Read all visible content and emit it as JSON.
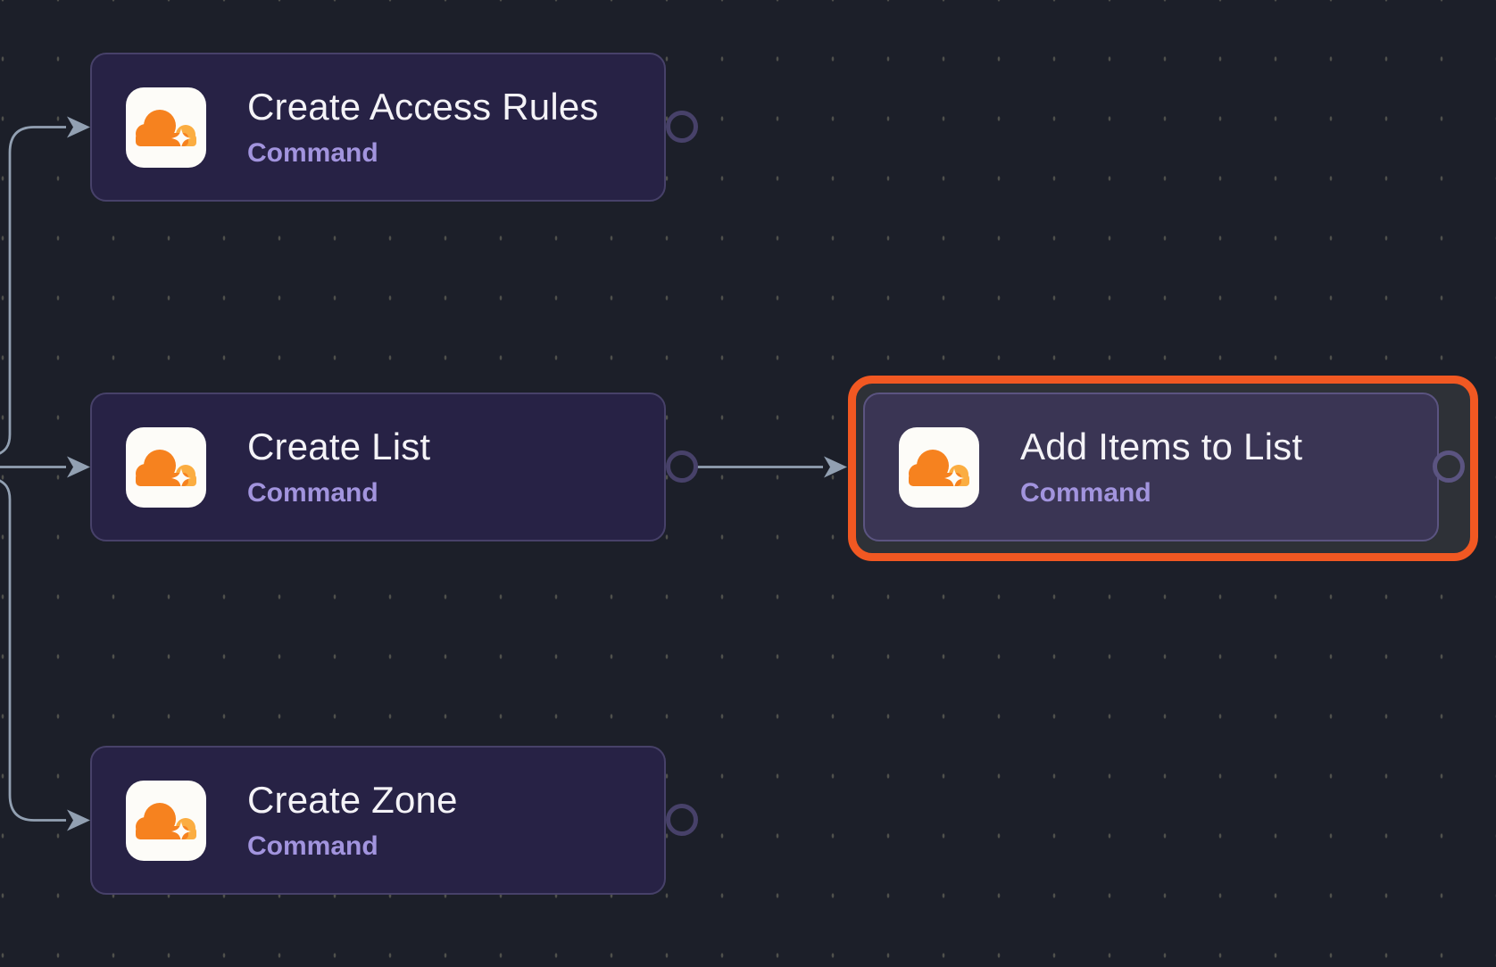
{
  "app": {
    "view": "workflow-canvas"
  },
  "nodes": [
    {
      "id": "create-access-rules",
      "title": "Create Access Rules",
      "subtitle": "Command",
      "icon": "cloudflare-logo",
      "selected": false
    },
    {
      "id": "create-list",
      "title": "Create List",
      "subtitle": "Command",
      "icon": "cloudflare-logo",
      "selected": false
    },
    {
      "id": "add-items-to-list",
      "title": "Add Items to List",
      "subtitle": "Command",
      "icon": "cloudflare-logo",
      "selected": true
    },
    {
      "id": "create-zone",
      "title": "Create Zone",
      "subtitle": "Command",
      "icon": "cloudflare-logo",
      "selected": false
    }
  ],
  "edges": [
    {
      "from": "offscreen-left-source",
      "to": "create-access-rules"
    },
    {
      "from": "offscreen-left-source",
      "to": "create-list"
    },
    {
      "from": "offscreen-left-source",
      "to": "create-zone"
    },
    {
      "from": "create-list",
      "to": "add-items-to-list"
    }
  ],
  "colors": {
    "canvas_background": "#1c1f29",
    "grid_dot": "#50514c",
    "node_fill": "#272245",
    "node_border": "#474169",
    "selected_node_fill": "#3a3554",
    "selected_node_border": "#5b5481",
    "selection_ring": "#f15822",
    "selection_gap": "#2e3137",
    "connector": "#92a0b2",
    "title_text": "#f4f3f7",
    "subtitle_text": "#a294de",
    "cloudflare_orange": "#f6821f",
    "cloudflare_light_orange": "#fbad41",
    "icon_background": "#fdfcf8"
  }
}
